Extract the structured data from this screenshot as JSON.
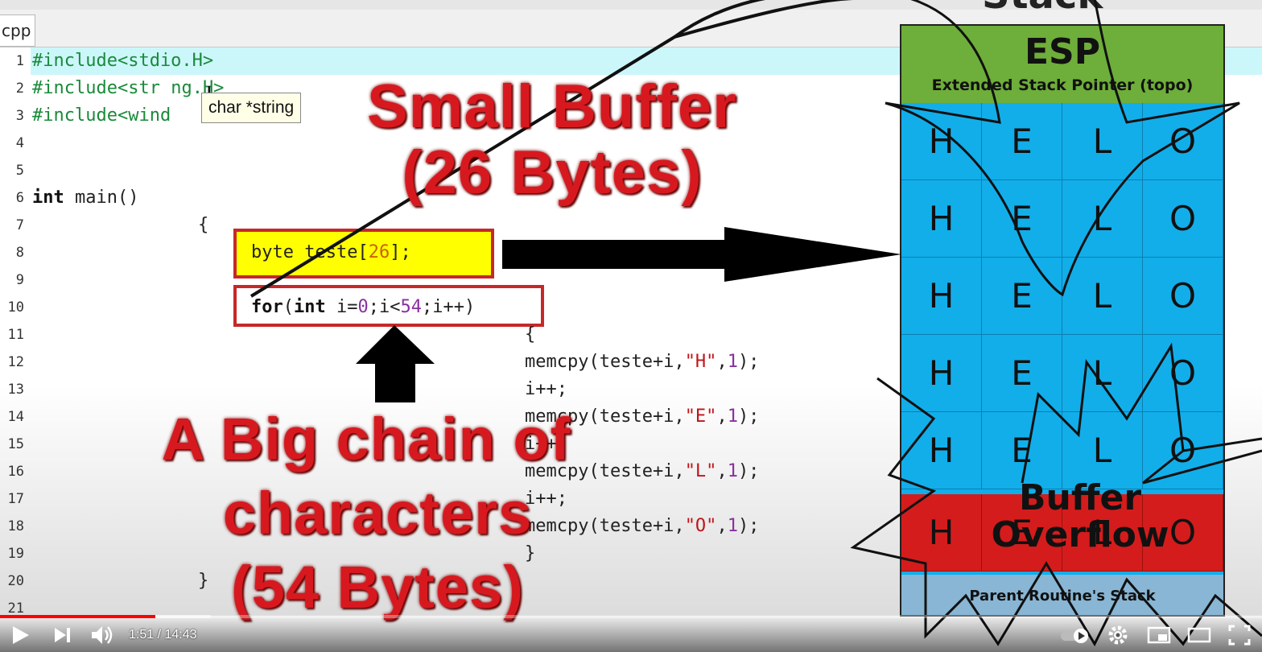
{
  "editor": {
    "tab_label": "cpp",
    "tooltip": "char *string",
    "line_numbers": [
      "1",
      "2",
      "3",
      "4",
      "5",
      "6",
      "7",
      "8",
      "9",
      "10",
      "11",
      "12",
      "13",
      "14",
      "15",
      "16",
      "17",
      "18",
      "19",
      "20",
      "21"
    ],
    "code": {
      "l1": "#include<stdio.H>",
      "l2_a": "#include<str",
      "l2_b": "ng.H>",
      "l3": "#include<wind",
      "l6_kw": "int",
      "l6_rest": " main()",
      "l7": "{",
      "l8_a": "byte teste[",
      "l8_num": "26",
      "l8_b": "];",
      "l10_kw1": "for",
      "l10_a": "(",
      "l10_kw2": "int",
      "l10_b": " i=",
      "l10_n1": "0",
      "l10_c": ";i<",
      "l10_n2": "54",
      "l10_d": ";i++)",
      "l11": "{",
      "memcpy_pre": "memcpy(teste+i,",
      "memcpy_post_a": ",",
      "memcpy_num": "1",
      "memcpy_post_b": ");",
      "str_h": "\"H\"",
      "str_e": "\"E\"",
      "str_l": "\"L\"",
      "str_o": "\"O\"",
      "inc": "i++;",
      "l19": "}",
      "l20": "}"
    }
  },
  "overlay": {
    "small_buffer_line1": "Small Buffer",
    "small_buffer_line2": "(26 Bytes)",
    "big_chain_line1": "A Big chain of",
    "big_chain_line2": "characters",
    "big_chain_line3": "(54 Bytes)"
  },
  "stack": {
    "esp_title": "ESP",
    "esp_subtitle": "Extended Stack Pointer (topo)",
    "cells": [
      "H",
      "E",
      "L",
      "O"
    ],
    "overflow_line1": "Buffer",
    "overflow_line2": "Overflow",
    "parent_label": "Parent Routine's Stack"
  },
  "player": {
    "time_display": "1:51 / 14:43",
    "progress_played_fraction": 0.123,
    "progress_buffered_fraction": 0.167,
    "icons": [
      "play-icon",
      "next-icon",
      "volume-icon",
      "autoplay-toggle",
      "settings-icon",
      "miniplayer-icon",
      "theater-icon",
      "fullscreen-icon"
    ]
  },
  "colors": {
    "caption_red": "#d7191f",
    "esp_green": "#6eae3a",
    "stack_blue": "#12aeea",
    "overflow_red": "#d41c1c",
    "parent_blue": "#88b6d4",
    "highlight_yellow": "#ffff00",
    "line_highlight": "#ccf7fa"
  }
}
